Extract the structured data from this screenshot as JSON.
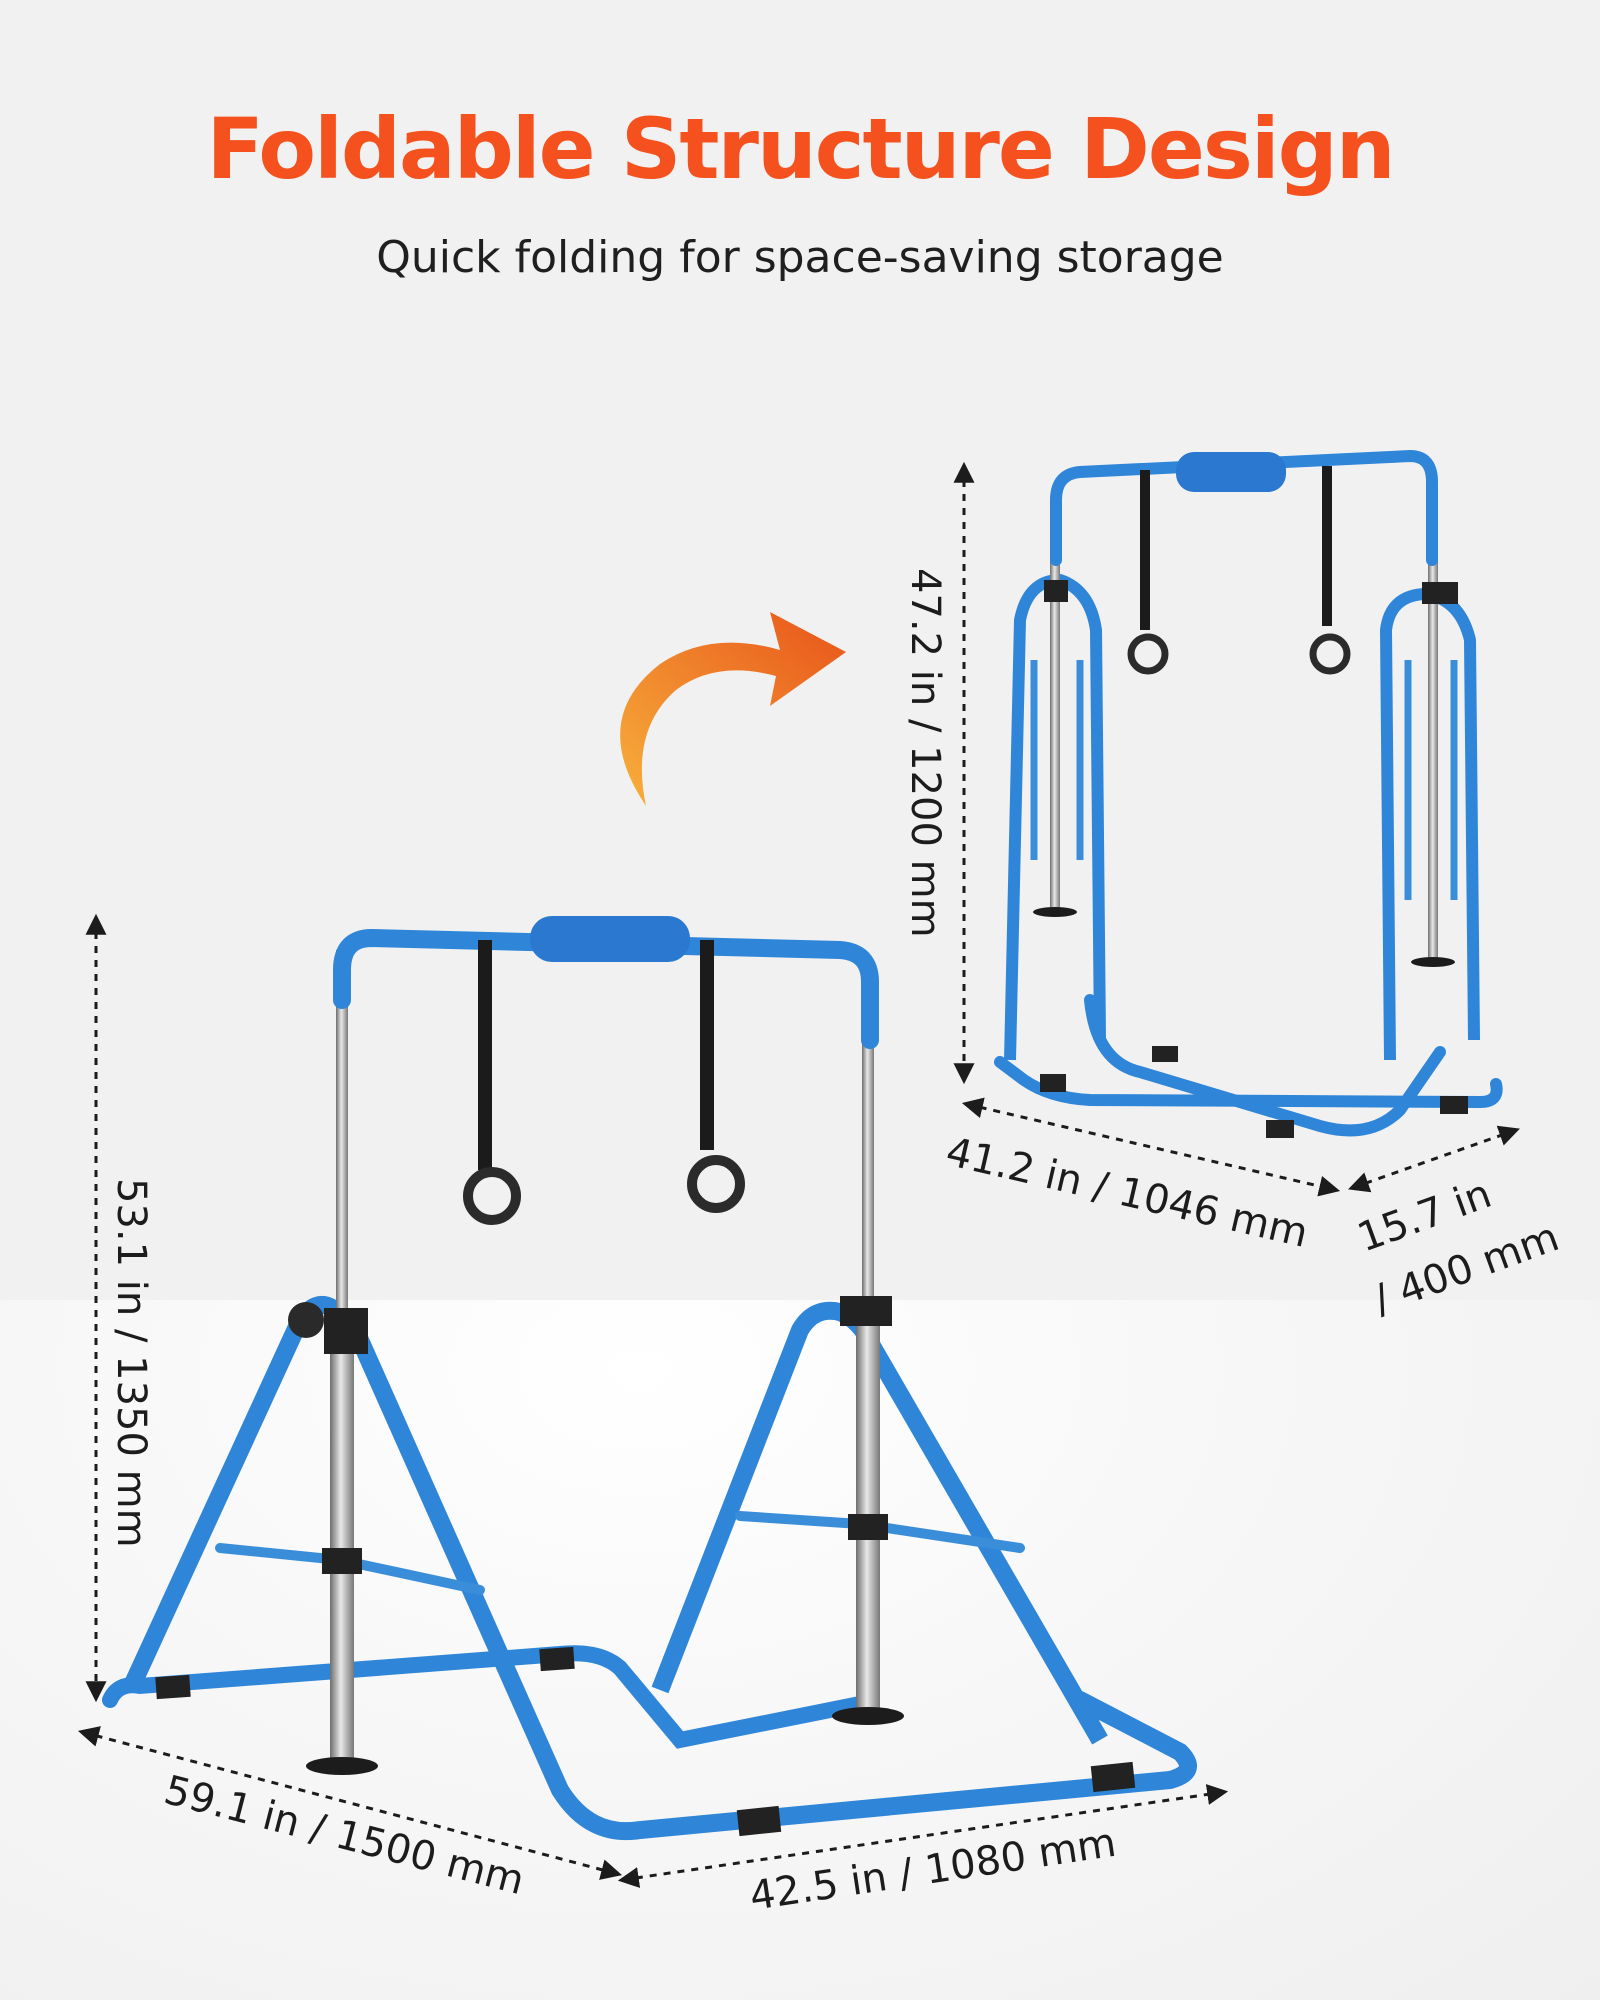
{
  "header": {
    "title": "Foldable Structure Design",
    "subtitle": "Quick folding for space-saving storage"
  },
  "colors": {
    "title": "#f4511e",
    "frame": "#2f86d8",
    "frame_dark": "#1f6fbe",
    "arrow": "#f07a1a"
  },
  "unfolded": {
    "height": "53.1 in / 1350 mm",
    "length": "59.1 in / 1500 mm",
    "width": "42.5 in / 1080 mm"
  },
  "folded": {
    "height": "47.2 in / 1200 mm",
    "length": "41.2 in / 1046 mm",
    "width_line1": "15.7 in",
    "width_line2": "/ 400 mm"
  },
  "icons": {
    "fold_arrow": "curved-arrow-icon"
  }
}
